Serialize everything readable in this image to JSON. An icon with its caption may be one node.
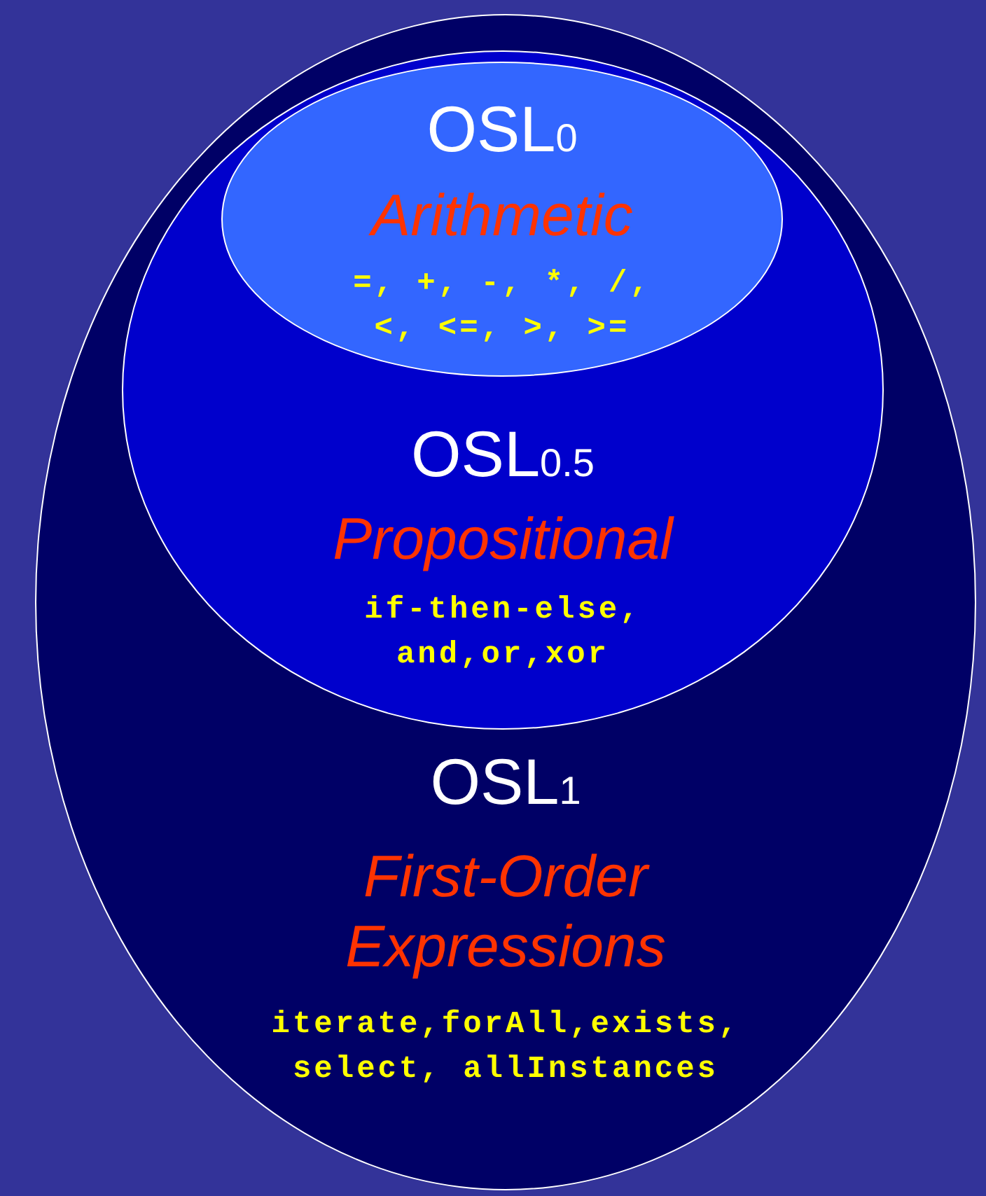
{
  "diagram": {
    "nodes": [
      {
        "text": [
          "OSL$_{1}$",
          "First-Order Expressions",
          "iterate,forAll,exists, select, allInstances"
        ]
      },
      {
        "text": [
          "OSL$_{0.5}$",
          "Propositional",
          "if-then-else, and,or,xor"
        ],
        "in": 0
      },
      {
        "text": [
          "OSL$_{0}$",
          "Arithmetic",
          "=, +, -, *, /, <, <=, >, >="
        ],
        "in": 1
      }
    ],
    "edges": []
  }
}
